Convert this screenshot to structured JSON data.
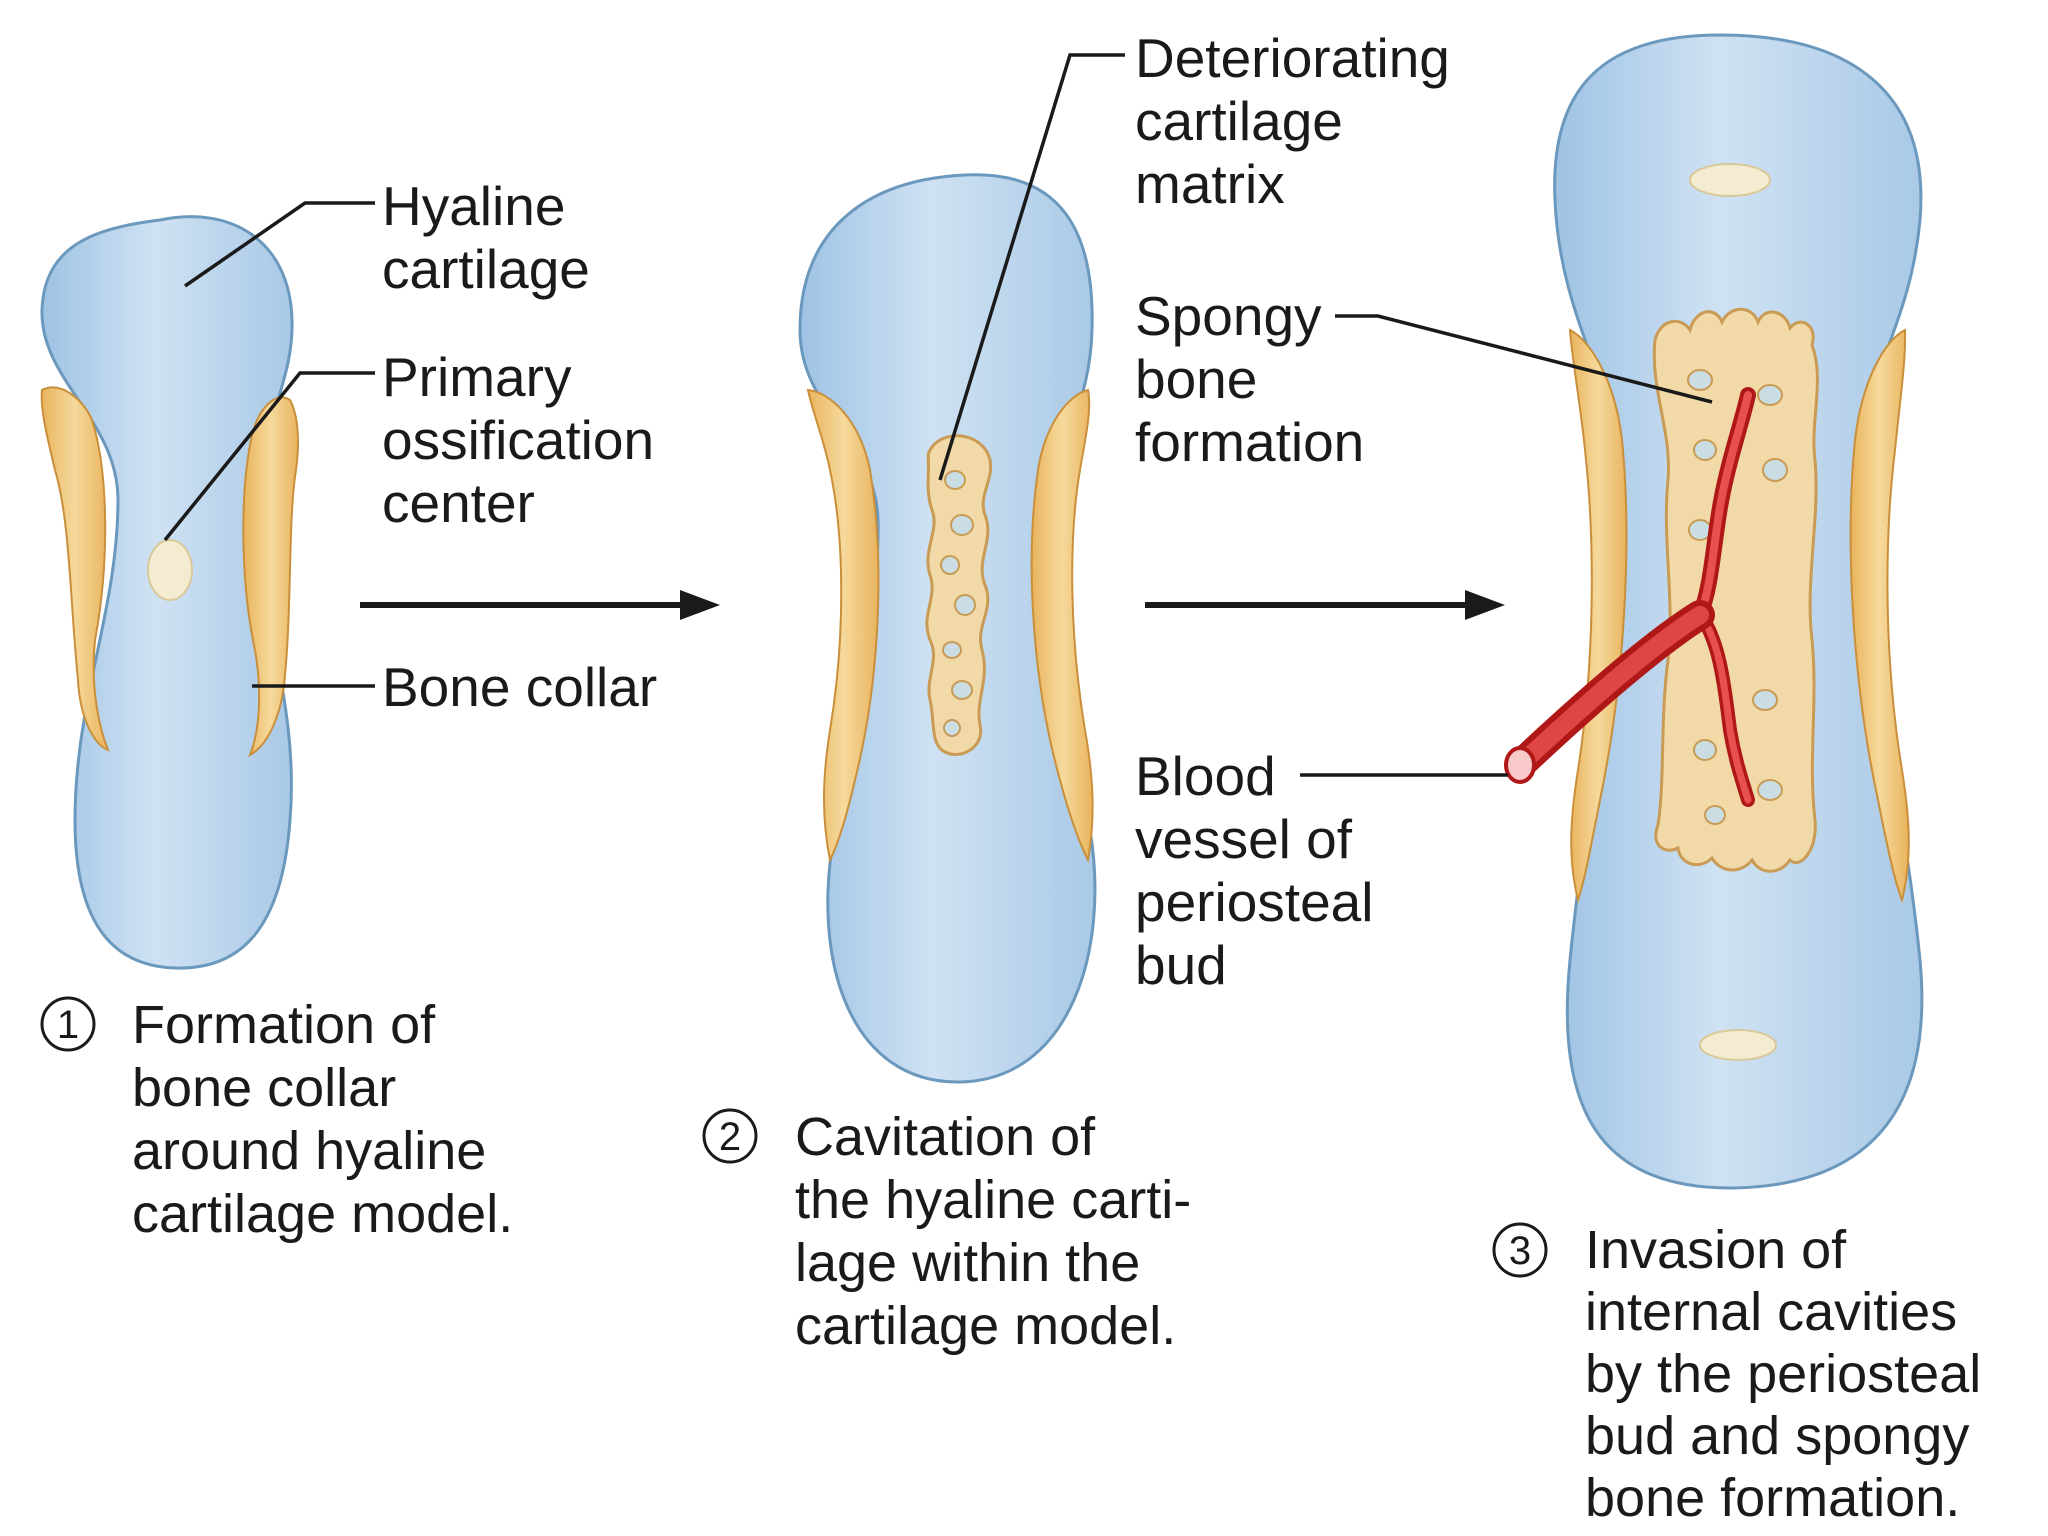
{
  "labels": {
    "hyaline_cartilage": [
      "Hyaline",
      "cartilage"
    ],
    "primary_ossification_center": [
      "Primary",
      "ossification",
      "center"
    ],
    "bone_collar": [
      "Bone collar"
    ],
    "deteriorating_cartilage_matrix": [
      "Deteriorating",
      "cartilage",
      "matrix"
    ],
    "spongy_bone_formation": [
      "Spongy",
      "bone",
      "formation"
    ],
    "blood_vessel": [
      "Blood",
      "vessel of",
      "periosteal",
      "bud"
    ]
  },
  "steps": [
    {
      "number": "1",
      "caption": [
        "Formation of",
        "bone collar",
        "around hyaline",
        "cartilage model."
      ]
    },
    {
      "number": "2",
      "caption": [
        "Cavitation of",
        "the hyaline carti-",
        "lage within the",
        "cartilage model."
      ]
    },
    {
      "number": "3",
      "caption": [
        "Invasion of",
        "internal cavities",
        "by the periosteal",
        "bud and spongy",
        "bone formation."
      ]
    }
  ],
  "colors": {
    "cartilage": "#bcd6ee",
    "bone_collar": "#f0c878",
    "spongy_bone": "#f2d9a8",
    "blood_vessel": "#d42a2a",
    "text": "#1a1a1a"
  }
}
